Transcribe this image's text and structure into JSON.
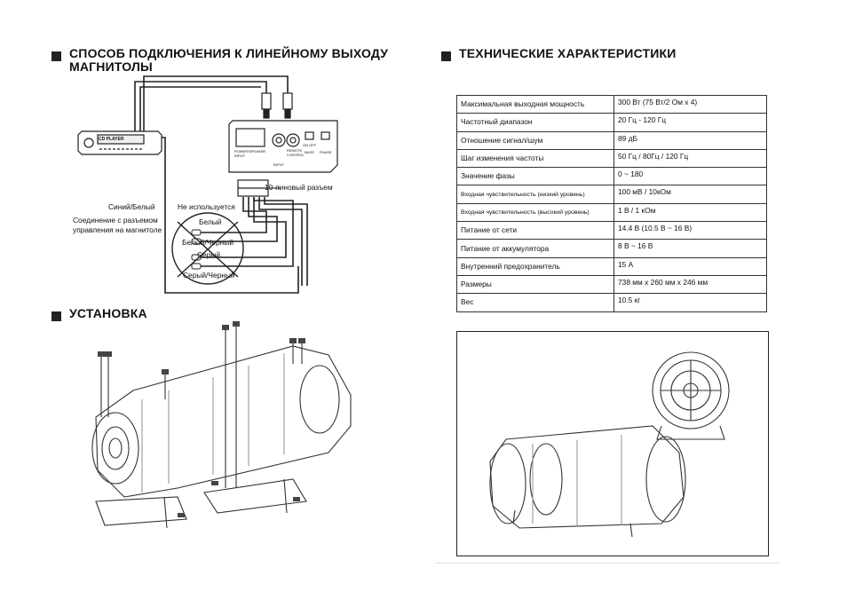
{
  "sections": {
    "connection_title": "СПОСОБ ПОДКЛЮЧЕНИЯ К ЛИНЕЙНОМУ ВЫХОДУ\nМАГНИТОЛЫ",
    "specs_title": "ТЕХНИЧЕСКИЕ ХАРАКТЕРИСТИКИ",
    "install_title": "УСТАНОВКА"
  },
  "diagram": {
    "head_unit_label": "CD PLAYER",
    "power_input_label": "POWER/SPEAKER INPUT",
    "input_label": "INPUT",
    "remote_label": "REMOTE CONTROL",
    "bass_label": "BASS",
    "phase_label": "PHASE",
    "on_off_label": "ON OFF",
    "connector_label": "10-пиновый разъем",
    "blue_white": "Синий/Белый",
    "not_used": "Не используется",
    "remote_connection": "Соединение с разъемом\nуправления на магнитоле",
    "wire_white": "Белый",
    "wire_white_black": "Белый/Черный",
    "wire_gray": "Серый",
    "wire_gray_black": "Серый/Черный"
  },
  "specs": [
    {
      "label": "Максимальная выходная мощность",
      "value": "300 Вт (75 Вт/2 Ом х 4)",
      "small": false
    },
    {
      "label": "Частотный диапазон",
      "value": "20 Гц - 120 Гц",
      "small": false
    },
    {
      "label": "Отношение сигнал/шум",
      "value": "89 дБ",
      "small": false
    },
    {
      "label": "Шаг изменения частоты",
      "value": "50 Гц / 80Гц / 120 Гц",
      "small": false
    },
    {
      "label": "Значение фазы",
      "value": "0 ~ 180",
      "small": false
    },
    {
      "label": "Входная чувствительность (низкий уровень)",
      "value": "100 мВ / 10кОм",
      "small": true
    },
    {
      "label": "Входная чувствительность (высокий уровень)",
      "value": "1 В / 1 кОм",
      "small": true
    },
    {
      "label": "Питание от сети",
      "value": "14.4 В (10.5 В ~ 16 В)",
      "small": false
    },
    {
      "label": "Питание от аккумулятора",
      "value": "8 В ~ 16 В",
      "small": false
    },
    {
      "label": "Внутренний предохранитель",
      "value": "15 А",
      "small": false
    },
    {
      "label": "Размеры",
      "value": "738 мм х 260 мм х 246 мм",
      "small": false
    },
    {
      "label": "Вес",
      "value": "10.5 кг",
      "small": false
    }
  ]
}
